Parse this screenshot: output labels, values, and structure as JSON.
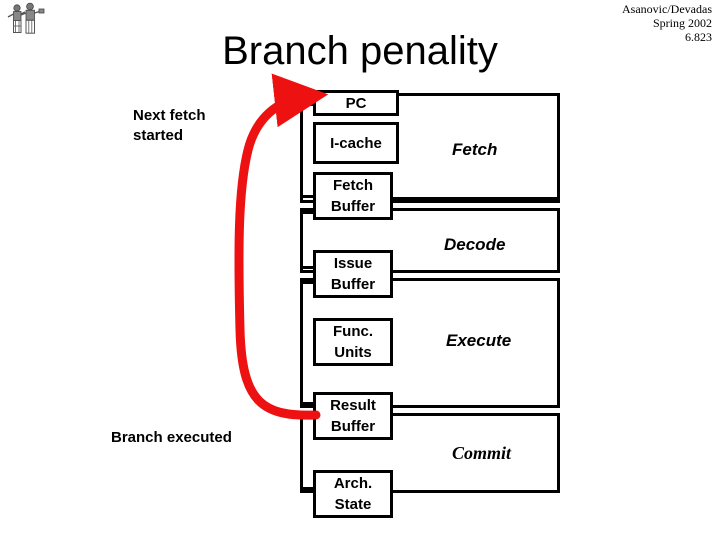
{
  "header": {
    "line1": "Asanovic/Devadas",
    "line2": "Spring 2002",
    "line3": "6.823",
    "logo_icon": "two-figures-logo-icon"
  },
  "title": "Branch penality",
  "annotations": [
    {
      "id": "next-fetch-started",
      "text": "Next fetch\nstarted"
    },
    {
      "id": "branch-executed",
      "text": "Branch executed"
    }
  ],
  "diagram": {
    "type": "pipeline-block-diagram",
    "stages": [
      {
        "name": "fetch",
        "label": "Fetch"
      },
      {
        "name": "decode",
        "label": "Decode"
      },
      {
        "name": "execute",
        "label": "Execute"
      },
      {
        "name": "commit",
        "label": "Commit"
      }
    ],
    "units": [
      {
        "name": "pc",
        "label": "PC"
      },
      {
        "name": "i-cache",
        "label": "I-cache"
      },
      {
        "name": "fetch-buffer",
        "label": "Fetch\nBuffer"
      },
      {
        "name": "issue-buffer",
        "label": "Issue\nBuffer"
      },
      {
        "name": "func-units",
        "label": "Func.\nUnits"
      },
      {
        "name": "result-buffer",
        "label": "Result\nBuffer"
      },
      {
        "name": "arch-state",
        "label": "Arch.\nState"
      }
    ],
    "feedback_arrow": {
      "name": "branch-misprediction-feedback-arrow",
      "color": "#ee1111",
      "from_unit": "result-buffer",
      "to_unit": "pc"
    }
  },
  "colors": {
    "ink": "#000000",
    "paper": "#ffffff",
    "arrow_red": "#ee1111"
  }
}
